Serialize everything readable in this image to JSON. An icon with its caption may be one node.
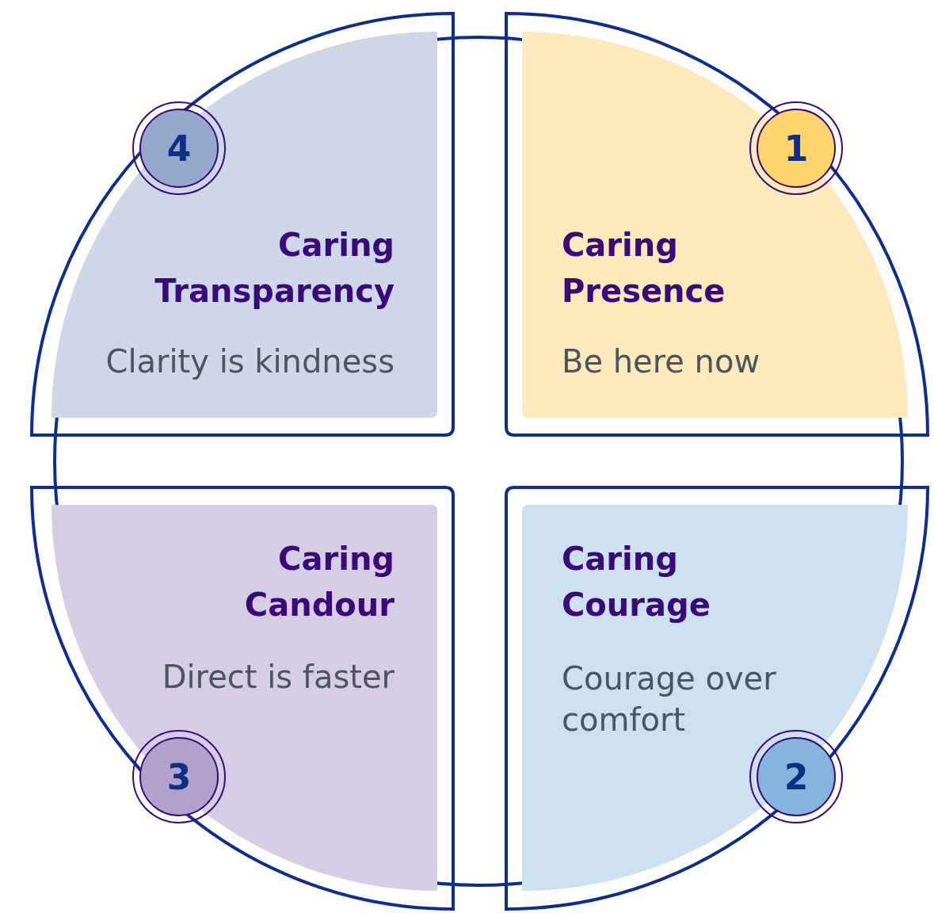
{
  "diagram": {
    "nodes": [
      {
        "text": [
          "Caring Transparency",
          "Clarity is kindness"
        ]
      },
      {
        "text": [
          "4"
        ],
        "in": 0
      },
      {
        "text": [
          "Caring Presence",
          "Be here now"
        ]
      },
      {
        "text": [
          "1"
        ],
        "in": 2
      },
      {
        "text": [
          "Caring Candour",
          "Direct is faster"
        ]
      },
      {
        "text": [
          "3"
        ],
        "in": 4
      },
      {
        "text": [
          "Caring Courage",
          "Courage over comfort"
        ]
      },
      {
        "text": [
          "2"
        ],
        "in": 6
      }
    ]
  }
}
